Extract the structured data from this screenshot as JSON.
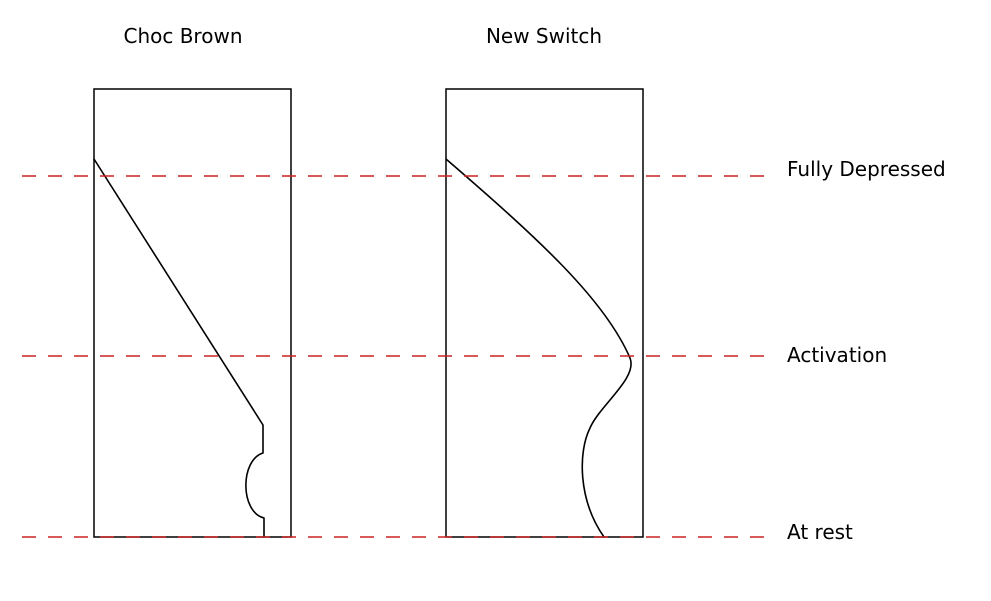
{
  "diagram": {
    "left_title": "Choc Brown",
    "right_title": "New Switch",
    "levels": {
      "fully_depressed": "Fully Depressed",
      "activation": "Activation",
      "at_rest": "At rest"
    }
  },
  "colors": {
    "level_line": "#cc2222",
    "outline": "#000000"
  }
}
